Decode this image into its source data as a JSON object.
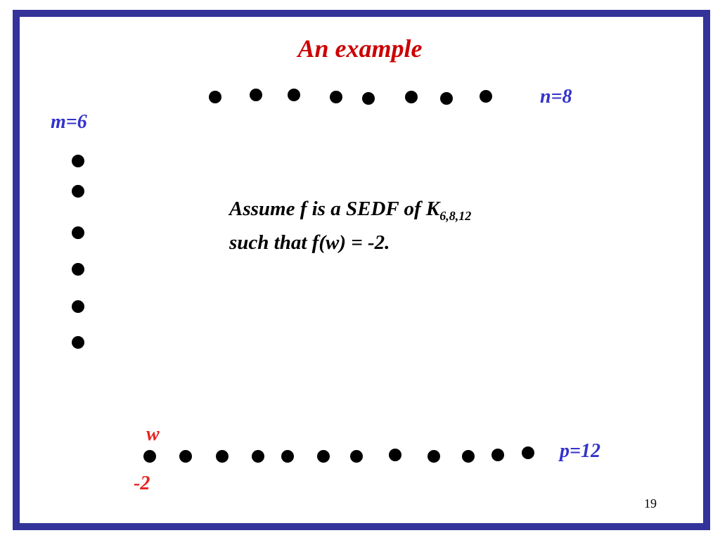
{
  "slide": {
    "title": "An example",
    "page_number": "19"
  },
  "partitions": {
    "n": {
      "label": "n=8",
      "count": 8
    },
    "m": {
      "label": "m=6",
      "count": 6
    },
    "p": {
      "label": "p=12",
      "count": 12
    }
  },
  "vertex_w": {
    "label": "w",
    "value": "-2"
  },
  "statement": {
    "line1_prefix": "Assume f is a SEDF of K",
    "line1_subscript": "6,8,12",
    "line2": "such that f(w) = -2."
  },
  "colors": {
    "border": "#333399",
    "title": "#cc0000",
    "label_blue": "#3333cc",
    "label_red": "#e8231f",
    "vertex": "#000000"
  }
}
